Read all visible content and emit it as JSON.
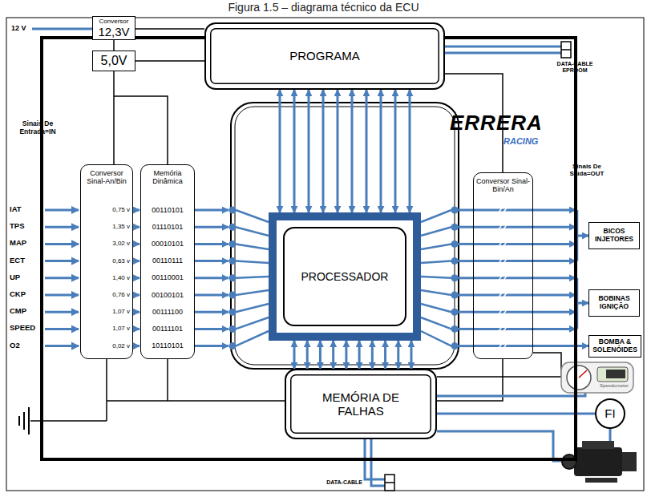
{
  "diagram": {
    "title": "Figura 1.5 – diagrama técnico da ECU",
    "nodes": [
      {
        "text": [
          "ERRERA",
          "RACING"
        ]
      },
      {
        "text": [
          "Conversor",
          "12,3V"
        ],
        "in": 0
      },
      {
        "text": [
          "5,0V"
        ],
        "in": 0
      },
      {
        "text": [
          "PROGRAMA"
        ],
        "in": 0
      },
      {
        "text": [
          "Conversor Sinal-An/Bin"
        ],
        "in": 0
      },
      {
        "text": [
          "Memória Dinâmica"
        ],
        "in": 0
      },
      {
        "text": [
          "PROCESSADOR"
        ],
        "in": 0
      },
      {
        "text": [
          "Conversor Sinal-Bin/An"
        ],
        "in": 0
      },
      {
        "text": [
          "MEMÓRIA DE FALHAS"
        ],
        "in": 0
      },
      {
        "text": [
          "BICOS INJETORES"
        ]
      },
      {
        "text": [
          "BOBINAS IGNIÇÃO"
        ]
      },
      {
        "text": [
          "BOMBA & SOLENÓIDES"
        ]
      },
      {
        "text": [
          "FI"
        ]
      }
    ],
    "edges": [
      {
        "from": 1,
        "to": 2,
        "arrow": "none"
      },
      {
        "from": 4,
        "to": 5,
        "arrow": "to"
      },
      {
        "from": 5,
        "to": 6,
        "arrow": "to"
      },
      {
        "from": 3,
        "to": 6,
        "arrow": "both"
      },
      {
        "from": 6,
        "to": 8,
        "arrow": "both"
      },
      {
        "from": 6,
        "to": 7,
        "arrow": "none"
      },
      {
        "from": 7,
        "to": 9,
        "arrow": "to"
      },
      {
        "from": 7,
        "to": 10,
        "arrow": "to"
      },
      {
        "from": 7,
        "to": 11,
        "arrow": "to"
      },
      {
        "from": 8,
        "to": 12,
        "arrow": "none"
      }
    ],
    "labels": [
      "12 V",
      "Sinais De Entrada=IN",
      "IAT",
      "TPS",
      "MAP",
      "ECT",
      "UP",
      "CKP",
      "CMP",
      "SPEED",
      "O2",
      "0,75 v",
      "1,35 v",
      "3,02 v",
      "0,63 v",
      "1,40 v",
      "0,76 v",
      "1,07 v",
      "1,07 v",
      "0,02 v",
      "00110101",
      "01110101",
      "00010101",
      "00110111",
      "00110001",
      "00100101",
      "00111100",
      "00111101",
      "10110101",
      "DATA-CABLE EPROOM",
      "Sinais De Saída=OUT",
      "DATA-CABLE",
      "Speedometer"
    ]
  }
}
